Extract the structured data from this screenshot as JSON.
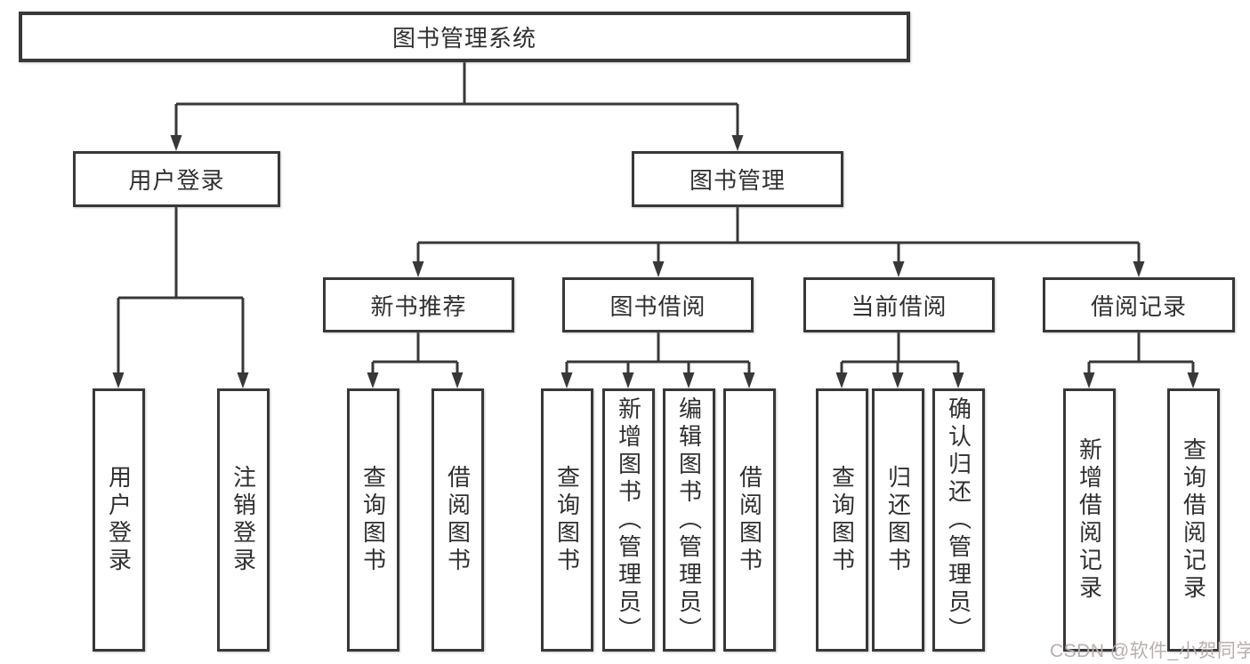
{
  "tree": {
    "root": "图书管理系统",
    "branches": [
      {
        "label": "用户登录",
        "children": [
          {
            "label": "用户登录"
          },
          {
            "label": "注销登录"
          }
        ]
      },
      {
        "label": "图书管理",
        "sections": [
          {
            "label": "新书推荐",
            "children": [
              {
                "label": "查询图书"
              },
              {
                "label": "借阅图书"
              }
            ]
          },
          {
            "label": "图书借阅",
            "children": [
              {
                "label": "查询图书"
              },
              {
                "label": "新增图书（管理员）"
              },
              {
                "label": "编辑图书（管理员）"
              },
              {
                "label": "借阅图书"
              }
            ]
          },
          {
            "label": "当前借阅",
            "children": [
              {
                "label": "查询图书"
              },
              {
                "label": "归还图书"
              },
              {
                "label": "确认归还（管理员）"
              }
            ]
          },
          {
            "label": "借阅记录",
            "children": [
              {
                "label": "新增借阅记录"
              },
              {
                "label": "查询借阅记录"
              }
            ]
          }
        ]
      }
    ]
  },
  "watermark": {
    "text": "CSDN @软件_小贺同学",
    "color": "#b9aeae"
  },
  "colors": {
    "line": "#383838",
    "box_border": "#383838",
    "text": "#303030",
    "background": "#ffffff"
  }
}
